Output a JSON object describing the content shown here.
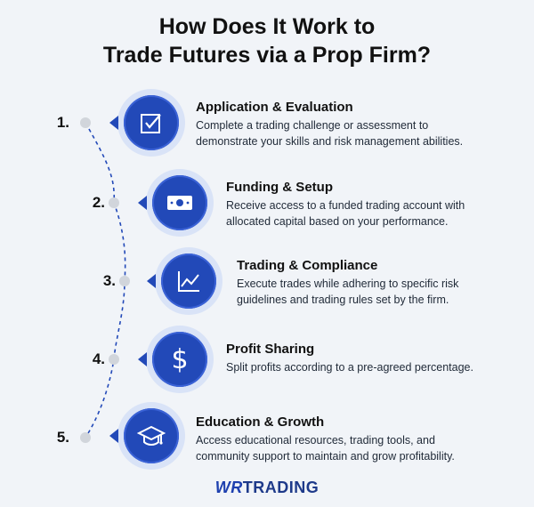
{
  "title": {
    "line1": "How Does It Work to",
    "line2": "Trade Futures via a Prop Firm?"
  },
  "colors": {
    "accent": "#2249b8",
    "ring": "#d9e3f7",
    "dashed_line": "#2249b8",
    "dot": "#d1d5db",
    "background": "#f1f4f8"
  },
  "steps": [
    {
      "number": "1.",
      "title": "Application & Evaluation",
      "desc_line1": "Complete a trading challenge or assessment to",
      "desc_line2": "demonstrate your skills and risk management abilities.",
      "icon": "checkbox-icon"
    },
    {
      "number": "2.",
      "title": "Funding & Setup",
      "desc_line1": "Receive access to a funded trading account with",
      "desc_line2": "allocated capital based on your performance.",
      "icon": "banknote-icon"
    },
    {
      "number": "3.",
      "title": "Trading & Compliance",
      "desc_line1": "Execute trades while adhering to specific risk",
      "desc_line2": "guidelines and trading rules set by the firm.",
      "icon": "chart-line-icon"
    },
    {
      "number": "4.",
      "title": "Profit Sharing",
      "desc_line1": "Split profits according to a pre-agreed percentage.",
      "desc_line2": "",
      "icon": "dollar-icon"
    },
    {
      "number": "5.",
      "title": "Education & Growth",
      "desc_line1": "Access educational resources, trading tools, and",
      "desc_line2": "community support to maintain and grow profitability.",
      "icon": "graduation-cap-icon"
    }
  ],
  "logo": {
    "part1": "WR",
    "part2": "TRADING"
  }
}
